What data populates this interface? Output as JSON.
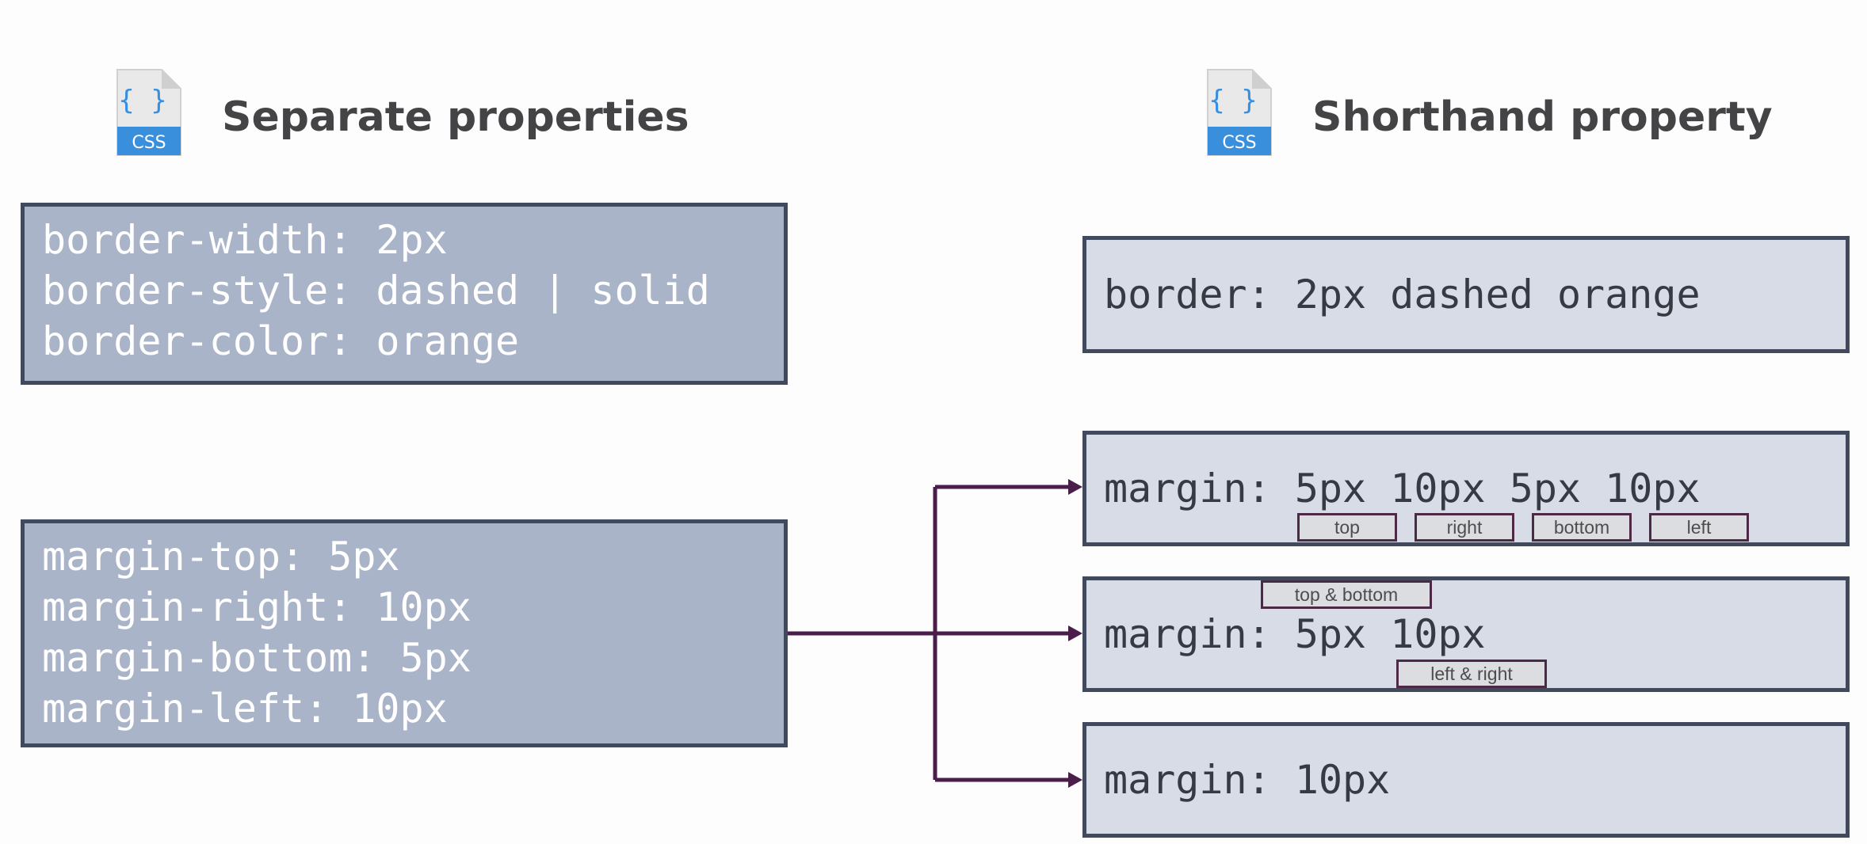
{
  "left_panel": {
    "icon_label": "CSS",
    "title": "Separate properties",
    "border_box": {
      "lines": [
        "border-width: 2px",
        "border-style: dashed | solid",
        "border-color: orange"
      ]
    },
    "margin_box": {
      "lines": [
        "margin-top: 5px",
        "margin-right: 10px",
        "margin-bottom: 5px",
        "margin-left: 10px"
      ]
    }
  },
  "right_panel": {
    "icon_label": "CSS",
    "title": "Shorthand property",
    "border_shorthand": "border: 2px dashed orange",
    "margin_four": {
      "code": "margin: 5px 10px 5px 10px",
      "tags": [
        "top",
        "right",
        "bottom",
        "left"
      ]
    },
    "margin_two": {
      "code": "margin: 5px 10px",
      "tag_top": "top & bottom",
      "tag_bottom": "left & right"
    },
    "margin_one": {
      "code": "margin: 10px"
    }
  },
  "colors": {
    "dark_box": "#a9b4c8",
    "light_box": "#d7dce7",
    "box_border": "#414a5c",
    "arrow": "#4b1d4a",
    "icon_blue": "#3a8fdc"
  }
}
